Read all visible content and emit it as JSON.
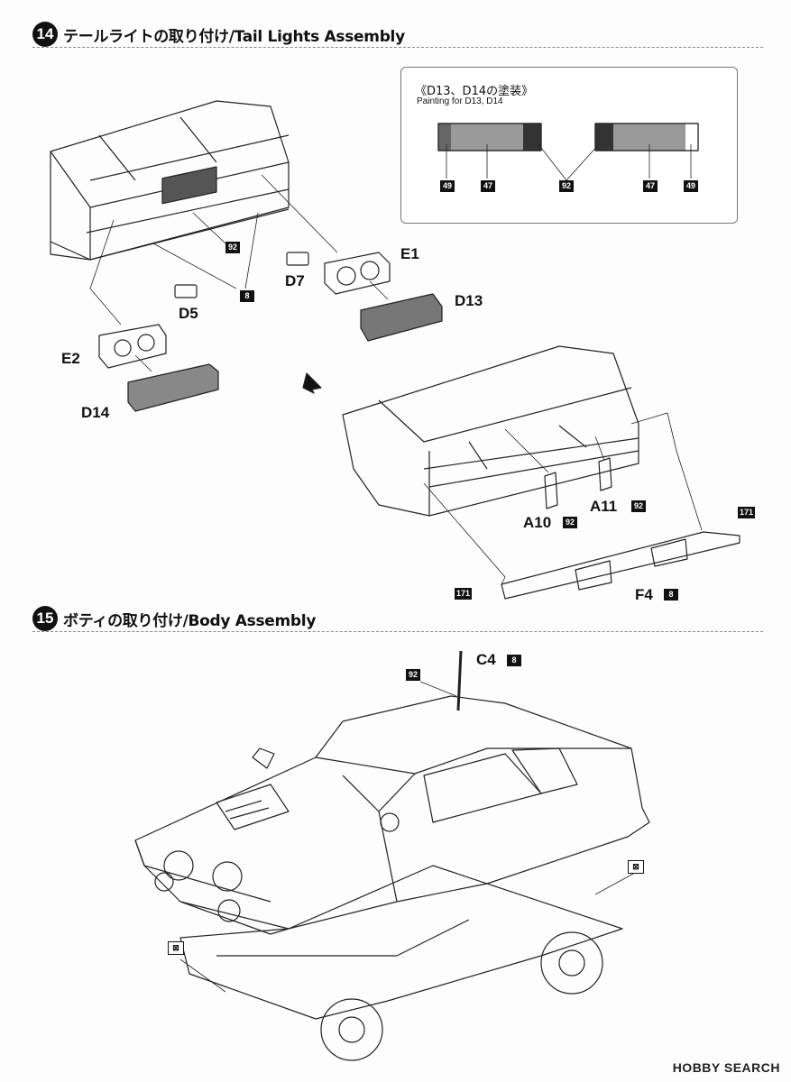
{
  "step14": {
    "number": "14",
    "title": "テールライトの取り付け/Tail Lights Assembly",
    "painting": {
      "title": "《D13、D14の塗装》",
      "subtitle": "Painting for D13, D14",
      "left_codes": [
        "49",
        "47"
      ],
      "center_code": "92",
      "right_codes": [
        "47",
        "49"
      ]
    },
    "parts": {
      "E1": "E1",
      "D7": "D7",
      "D13": "D13",
      "D5": "D5",
      "E2": "E2",
      "D14": "D14",
      "A10": "A10",
      "A11": "A11",
      "F4": "F4"
    },
    "codes": {
      "c92_a": "92",
      "c8_a": "8",
      "c92_a10": "92",
      "c92_a11": "92",
      "c171_a": "171",
      "c171_b": "171",
      "c8_f4": "8"
    }
  },
  "step15": {
    "number": "15",
    "title": "ボティの取り付け/Body Assembly",
    "parts": {
      "C4": "C4"
    },
    "codes": {
      "c8_c4": "8",
      "c92_c4": "92"
    }
  },
  "watermark": "HOBBY SEARCH"
}
